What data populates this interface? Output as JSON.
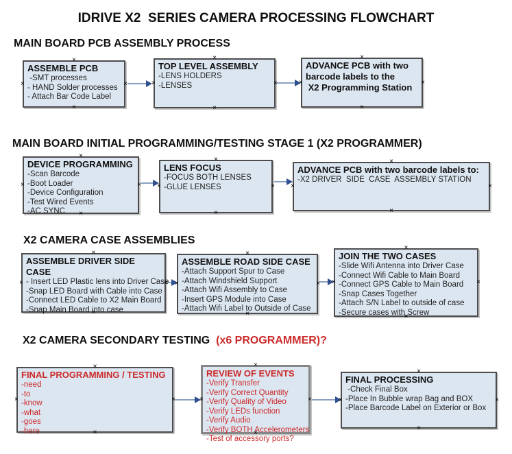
{
  "title": "IDRIVE X2  SERIES CAMERA PROCESSING FLOWCHART",
  "glyphs": {
    "anchor": "×"
  },
  "colors": {
    "box_fill": "#dce6f1",
    "box_border": "#4c4c4c",
    "red_text": "#cc2929",
    "connector_line": "#8aa0c2",
    "arrowhead": "#2f4f8f"
  },
  "sections": [
    {
      "header": "MAIN BOARD PCB ASSEMBLY PROCESS",
      "boxes": [
        {
          "title": "ASSEMBLE PCB",
          "items": [
            " -SMT processes",
            "- HAND Solder processes",
            "- Attach Bar Code Label"
          ]
        },
        {
          "title": "TOP LEVEL ASSEMBLY",
          "items": [
            "-LENS HOLDERS",
            "-LENSES"
          ]
        },
        {
          "title": "ADVANCE PCB with two\nbarcode labels to the\n X2 Programming Station",
          "items": []
        }
      ]
    },
    {
      "header": "MAIN BOARD INITIAL PROGRAMMING/TESTING STAGE 1 (X2 PROGRAMMER)",
      "boxes": [
        {
          "title": "DEVICE PROGRAMMING",
          "items": [
            "-Scan Barcode",
            "-Boot Loader",
            "-Device Configuration",
            "-Test Wired Events",
            "-AC SYNC"
          ]
        },
        {
          "title": "LENS FOCUS",
          "items": [
            "-FOCUS BOTH LENSES",
            "-GLUE LENSES"
          ]
        },
        {
          "title": "ADVANCE PCB with two barcode labels to:",
          "items": [
            "-X2 DRIVER  SIDE  CASE  ASSEMBLY STATION"
          ]
        }
      ]
    },
    {
      "header": "X2 CAMERA CASE ASSEMBLIES",
      "boxes": [
        {
          "title": "ASSEMBLE DRIVER SIDE CASE",
          "items": [
            "- Insert LED Plastic lens into Driver Case",
            "-Snap LED Board with Cable into Case",
            "-Connect LED Cable to X2 Main Board",
            "-Snap Main Board into case"
          ]
        },
        {
          "title": "ASSEMBLE ROAD SIDE CASE",
          "items": [
            "-Attach Support Spur to Case",
            "-Attach Windshield Support",
            "-Attach Wifi Assembly to Case",
            "-Insert GPS Module into Case",
            "-Attach Wifi Label to Outside of Case"
          ]
        },
        {
          "title": "JOIN THE TWO CASES",
          "items": [
            "-Slide Wifi Antenna into Driver Case",
            "-Connect Wifi Cable to Main Board",
            "-Connect GPS Cable to Main Board",
            "-Snap Cases Together",
            "-Attach S/N Label to outside of case",
            "-Secure cases with Screw"
          ]
        }
      ]
    },
    {
      "header": "X2 CAMERA SECONDARY TESTING",
      "header_suffix": "  (x6 PROGRAMMER)?",
      "boxes": [
        {
          "title": "FINAL PROGRAMMING / TESTING",
          "items": [
            "-need",
            "-to",
            "-know",
            "-what",
            "-goes",
            "-here"
          ]
        },
        {
          "title": "REVIEW OF EVENTS",
          "items": [
            "-Verify Transfer",
            "-Verify Correct Quantity",
            "-Verify Quality of Video",
            "-Verify LEDs function",
            "-Verify Audio",
            "-Verify BOTH Accelerometers",
            "-Test of accessory ports?"
          ]
        },
        {
          "title": "FINAL PROCESSING",
          "items": [
            " -Check Final Box",
            "-Place In Bubble wrap Bag and BOX",
            "-Place Barcode Label on Exterior or Box"
          ]
        }
      ]
    }
  ]
}
